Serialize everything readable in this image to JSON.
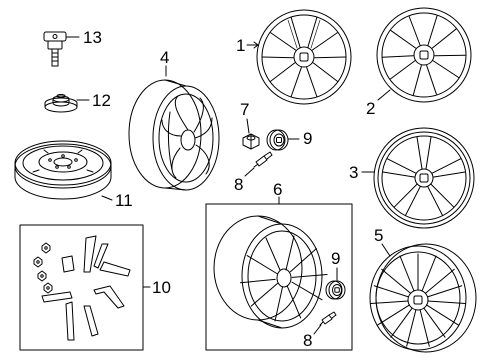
{
  "diagram": {
    "line_color": "#000000",
    "background": "#ffffff"
  },
  "callouts": {
    "c1": "1",
    "c2": "2",
    "c3": "3",
    "c4": "4",
    "c5": "5",
    "c6": "6",
    "c7": "7",
    "c8a": "8",
    "c8b": "8",
    "c9a": "9",
    "c9b": "9",
    "c10": "10",
    "c11": "11",
    "c12": "12",
    "c13": "13"
  },
  "parts": [
    {
      "callout": "1",
      "icon": "alloy-wheel-icon"
    },
    {
      "callout": "2",
      "icon": "alloy-wheel-icon"
    },
    {
      "callout": "3",
      "icon": "alloy-wheel-icon"
    },
    {
      "callout": "4",
      "icon": "alloy-wheel-icon"
    },
    {
      "callout": "5",
      "icon": "alloy-wheel-icon"
    },
    {
      "callout": "6",
      "icon": "alloy-wheel-icon"
    },
    {
      "callout": "7",
      "icon": "lug-nut-icon"
    },
    {
      "callout": "8",
      "icon": "valve-stem-icon"
    },
    {
      "callout": "9",
      "icon": "center-cap-icon"
    },
    {
      "callout": "10",
      "icon": "wheel-trim-clips-icon"
    },
    {
      "callout": "11",
      "icon": "spare-wheel-icon"
    },
    {
      "callout": "12",
      "icon": "tpms-nut-icon"
    },
    {
      "callout": "13",
      "icon": "tpms-sensor-icon"
    }
  ]
}
